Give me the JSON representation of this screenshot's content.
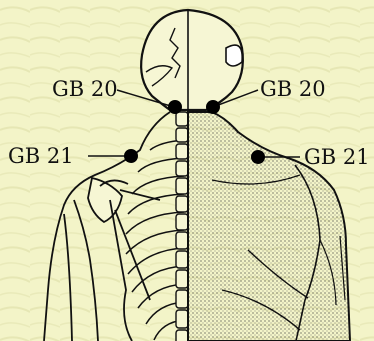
{
  "colors": {
    "background": "#f3f4c8",
    "ink": "#111111",
    "point": "#000000"
  },
  "points": [
    {
      "id": "gb20-left",
      "label": "GB 20",
      "side": "left",
      "region": "neck"
    },
    {
      "id": "gb20-right",
      "label": "GB 20",
      "side": "right",
      "region": "neck"
    },
    {
      "id": "gb21-left",
      "label": "GB 21",
      "side": "left",
      "region": "shoulder"
    },
    {
      "id": "gb21-right",
      "label": "GB 21",
      "side": "right",
      "region": "shoulder"
    }
  ]
}
